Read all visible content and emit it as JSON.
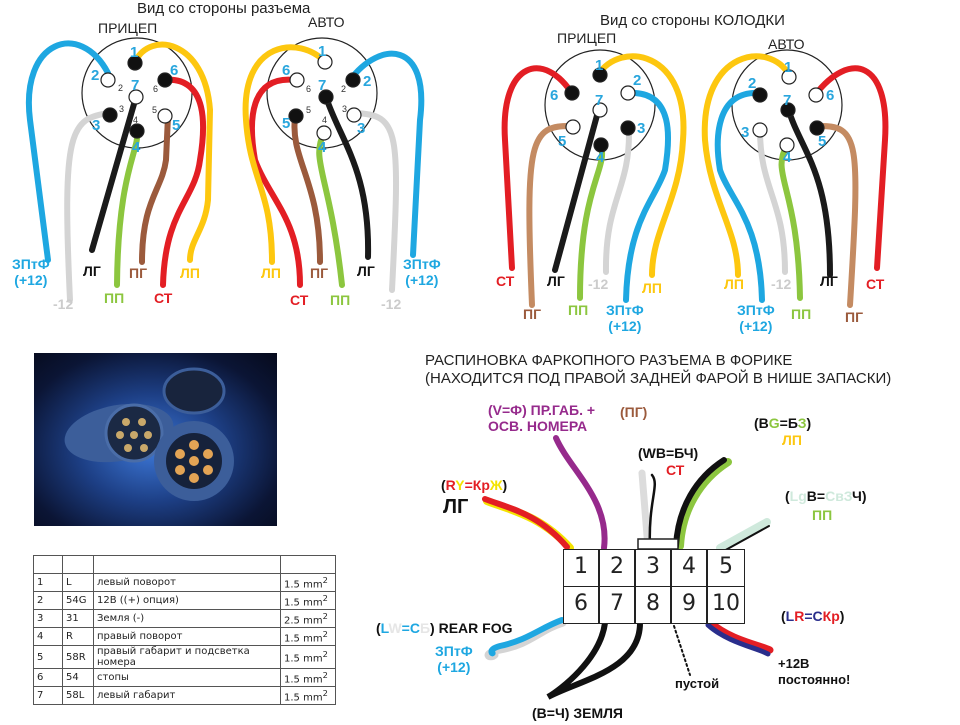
{
  "left_section": {
    "title": "Вид со стороны разъема",
    "trailer_label": "ПРИЦЕП",
    "car_label": "АВТО"
  },
  "right_section": {
    "title": "Вид со стороны КОЛОДКИ",
    "trailer_label": "ПРИЦЕП",
    "car_label": "АВТО"
  },
  "pin_numbers": [
    "1",
    "2",
    "3",
    "4",
    "5",
    "6",
    "7"
  ],
  "wire_labels": {
    "fog": "ЗПтФ",
    "fog_voltage": "(+12)",
    "ground": "-12",
    "left_turn": "ЛГ",
    "right_turn": "ПП",
    "right_marker": "ПГ",
    "stop": "СТ",
    "left_marker": "ЛП"
  },
  "colors": {
    "blue": "#1ea7e1",
    "gray": "#d4d4d4",
    "black": "#1a1a1a",
    "green": "#8cc63f",
    "brown": "#9b5a3c",
    "tan": "#c48b62",
    "red": "#e31e24",
    "yellow": "#fdc70f",
    "purple": "#962a8c",
    "navy": "#2a2e8c"
  },
  "pin_table": {
    "header": [
      "",
      "",
      "",
      ""
    ],
    "rows": [
      {
        "pin": "1",
        "code": "L",
        "desc": "левый поворот",
        "size": "1.5 mm",
        "sup": "2"
      },
      {
        "pin": "2",
        "code": "54G",
        "desc": "12В ((+) опция)",
        "size": "1.5 mm",
        "sup": "2"
      },
      {
        "pin": "3",
        "code": "31",
        "desc": "Земля (-)",
        "size": "2.5 mm",
        "sup": "2"
      },
      {
        "pin": "4",
        "code": "R",
        "desc": "правый поворот",
        "size": "1.5 mm",
        "sup": "2"
      },
      {
        "pin": "5",
        "code": "58R",
        "desc": "правый габарит и подсветка номера",
        "size": "1.5 mm",
        "sup": "2"
      },
      {
        "pin": "6",
        "code": "54",
        "desc": "стопы",
        "size": "1.5 mm",
        "sup": "2"
      },
      {
        "pin": "7",
        "code": "58L",
        "desc": "левый габарит",
        "size": "1.5 mm",
        "sup": "2"
      }
    ]
  },
  "connector_section": {
    "title_line1": "РАСПИНОВКА ФАРКОПНОГО РАЗЪЕМА В ФОРИКЕ",
    "title_line2": "(НАХОДИТСЯ ПОД ПРАВОЙ ЗАДНЕЙ ФАРОЙ В НИШЕ ЗАПАСКИ)",
    "cells_top": [
      "1",
      "2",
      "3",
      "4",
      "5"
    ],
    "cells_bottom": [
      "6",
      "7",
      "8",
      "9",
      "10"
    ],
    "annotations": {
      "violet_code": "(V=Ф) ПР.ГАБ. +",
      "violet_line2": "ОСВ. НОМЕРА",
      "violet_func": "(ПГ)",
      "wb_code": "(WB=БЧ)",
      "wb_func": "СТ",
      "ry_open": "(",
      "ry_R": "R",
      "ry_Y": "Y",
      "ry_eq": "=Кр",
      "ry_Zh": "Ж",
      "ry_close": ")",
      "ry_func": "ЛГ",
      "bg_open": "(B",
      "bg_G": "G",
      "bg_eq": "=Б",
      "bg_Z": "З",
      "bg_close": ")",
      "bg_func": "ЛП",
      "lgb_open": "(",
      "lgb_Lg": "Lg",
      "lgb_B": "B=",
      "lgb_SvZ": "СвЗ",
      "lgb_Ch": "Ч)",
      "lgb_func": "ПП",
      "lw_open": "(",
      "lw_L": "L",
      "lw_W": "W",
      "lw_eq": "=С",
      "lw_B": "Б",
      "lw_close": ") REAR FOG",
      "lw_func": "ЗПтФ",
      "lw_volt": "(+12)",
      "ground": "(B=Ч) ЗЕМЛЯ",
      "empty": "пустой",
      "lr_open": "(",
      "lr_L": "L",
      "lr_R": "R",
      "lr_eq": "=С",
      "lr_Kp": "Кр",
      "lr_close": ")",
      "plus12": "+12В",
      "constant": "постоянно!"
    }
  }
}
